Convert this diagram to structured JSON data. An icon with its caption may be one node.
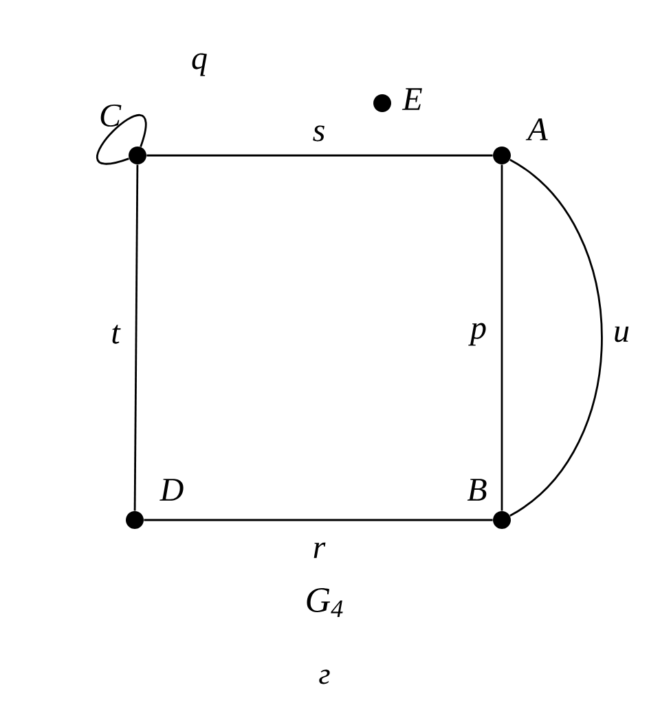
{
  "diagram": {
    "caption": "G$_{4}$",
    "nodes": [
      {
        "text": [],
        "shape": "circle",
        "beside": [
          "C"
        ]
      },
      {
        "text": [],
        "shape": "circle",
        "beside": [
          "E"
        ]
      },
      {
        "text": [],
        "shape": "circle",
        "beside": [
          "A"
        ]
      },
      {
        "text": [],
        "shape": "circle",
        "beside": [
          "D"
        ]
      },
      {
        "text": [],
        "shape": "circle",
        "beside": [
          "B"
        ]
      }
    ],
    "edges": [
      {
        "from": 0,
        "to": 0,
        "arrow": "none",
        "label": "q"
      },
      {
        "from": 0,
        "to": 2,
        "arrow": "none",
        "label": "s"
      },
      {
        "from": 0,
        "to": 3,
        "arrow": "none",
        "label": "t"
      },
      {
        "from": 2,
        "to": 4,
        "arrow": "none",
        "label": "p"
      },
      {
        "from": 2,
        "to": 4,
        "arrow": "none",
        "label": "u"
      },
      {
        "from": 3,
        "to": 4,
        "arrow": "none",
        "label": "r"
      }
    ],
    "labels": [
      "г"
    ]
  }
}
